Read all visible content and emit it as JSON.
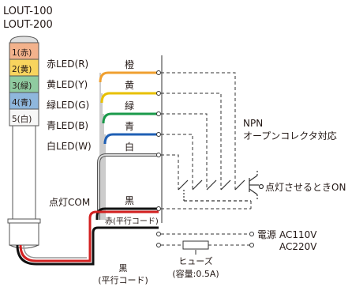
{
  "models": [
    "LOUT-100",
    "LOUT-200"
  ],
  "tiers": [
    {
      "label": "1(赤)",
      "color": "#f3b28c"
    },
    {
      "label": "2(黄)",
      "color": "#f8d45e"
    },
    {
      "label": "3(緑)",
      "color": "#8fcba0"
    },
    {
      "label": "4(青)",
      "color": "#8fb7dd"
    },
    {
      "label": "5(白)",
      "color": "#f7f7f7"
    }
  ],
  "led_labels": [
    "赤LED(R)",
    "黄LED(Y)",
    "緑LED(G)",
    "青LED(B)",
    "白LED(W)"
  ],
  "wires": [
    {
      "label": "橙",
      "color": "#f0a030"
    },
    {
      "label": "黄",
      "color": "#e8c000"
    },
    {
      "label": "緑",
      "color": "#1a9a4a"
    },
    {
      "label": "青",
      "color": "#1f5fb4"
    },
    {
      "label": "白",
      "color": "#d8d8d8"
    }
  ],
  "common": {
    "label": "点灯COM",
    "wire_label": "黒"
  },
  "npn": {
    "line1": "NPN",
    "line2": "オープンコレクタ対応"
  },
  "switch_note": "点灯させるときON",
  "power": {
    "red_label": "赤(平行コード)",
    "black_label": "黒",
    "black_sub": "(平行コード)",
    "label": "電源",
    "ac1": "AC110V",
    "ac2": "AC220V"
  },
  "fuse": {
    "label": "ヒューズ",
    "capacity": "(容量:0.5A)"
  }
}
